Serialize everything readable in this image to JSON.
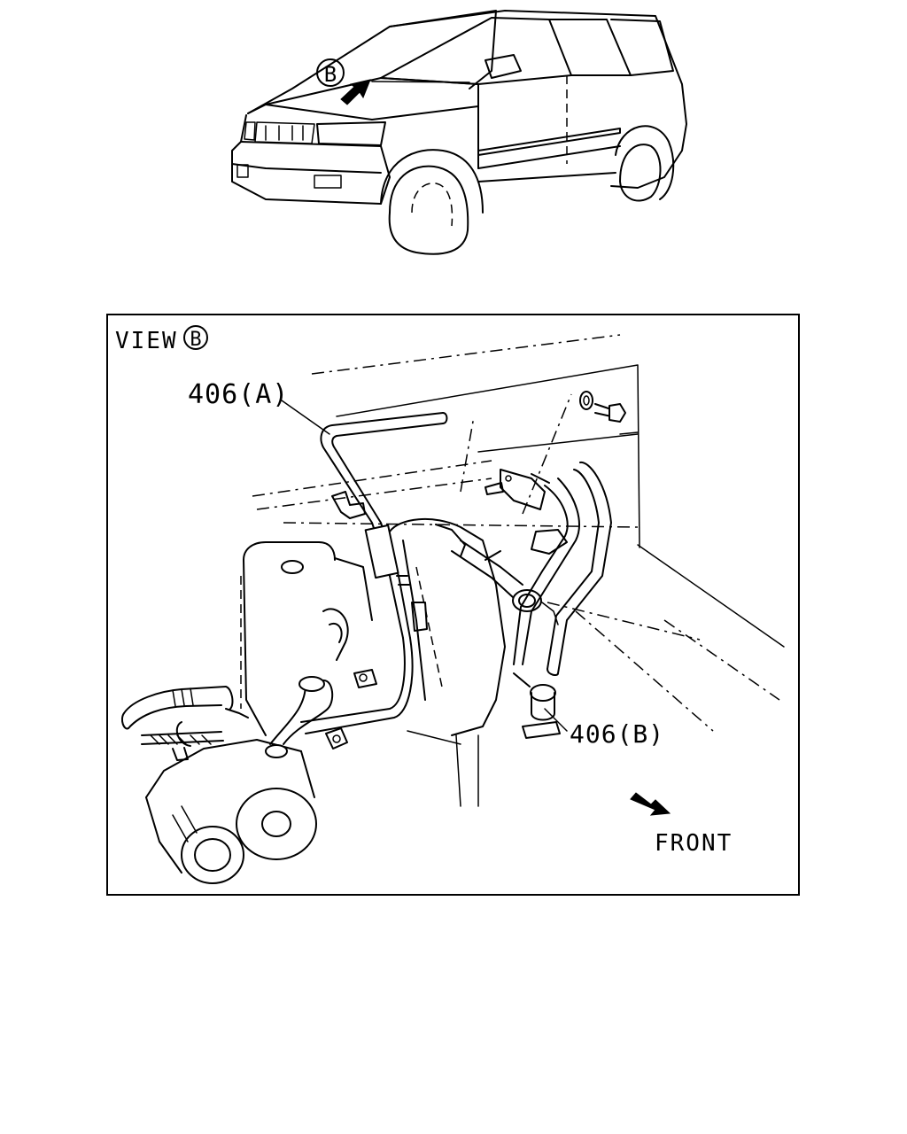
{
  "top_view": {
    "callout_letter": "B"
  },
  "detail_view": {
    "view_prefix": "VIEW",
    "view_letter": "B",
    "part_a_label": "406(A)",
    "part_b_label": "406(B)",
    "direction_label": "FRONT"
  }
}
